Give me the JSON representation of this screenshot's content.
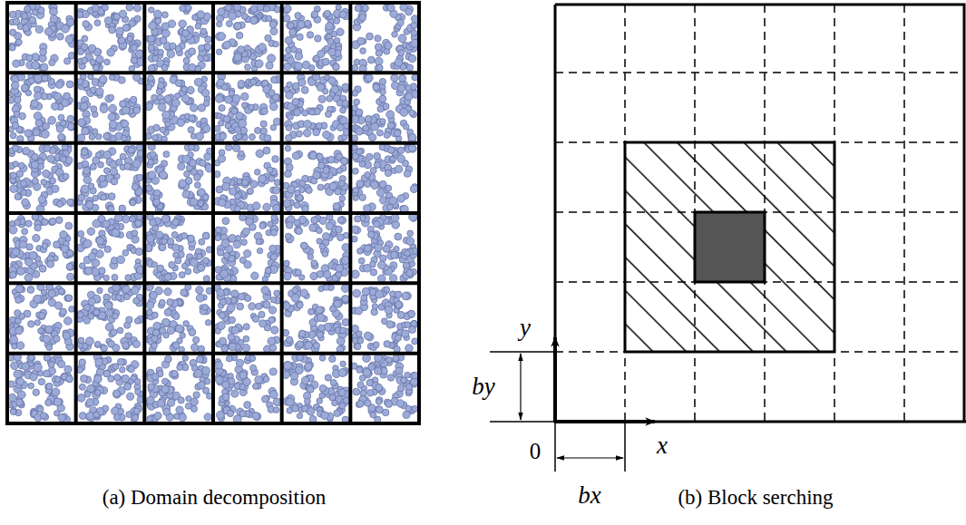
{
  "diagram": {
    "labels": [
      "(a) Domain decomposition",
      "(b) Block serching",
      "y",
      "by",
      "0",
      "x",
      "bx"
    ]
  }
}
